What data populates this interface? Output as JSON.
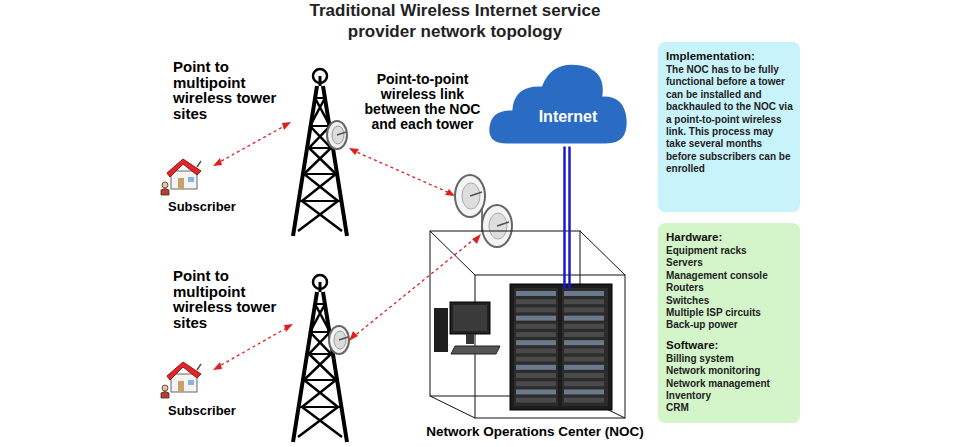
{
  "diagram": {
    "title": "Traditional Wireless Internet service provider network topology",
    "nodes": [
      {
        "text": [
          "Internet"
        ]
      },
      {
        "text": [
          "Implementation:",
          "The NOC has to be fully functional before a tower can be installed and backhauled to the NOC via a point-to-point wireless link. This process may take several months before subscribers can be enrolled"
        ]
      },
      {
        "text": [
          "Hardware:",
          "Equipment racks",
          "Servers",
          "Management console",
          "Routers",
          "Switches",
          "Multiple ISP circuits",
          "Back-up power",
          "Software:",
          "Billing system",
          "Network monitoring",
          "Network management",
          "Inventory",
          "CRM"
        ]
      },
      {
        "text": [
          "Network Operations Center (NOC)"
        ]
      }
    ],
    "edges": [
      {
        "from": 3,
        "to": 0,
        "arrow": "none"
      }
    ],
    "labels": [
      "Point to multipoint wireless tower sites",
      "Point to multipoint wireless tower sites",
      "Point-to-point wireless link between the NOC and each tower",
      "Subscriber",
      "Subscriber"
    ]
  }
}
